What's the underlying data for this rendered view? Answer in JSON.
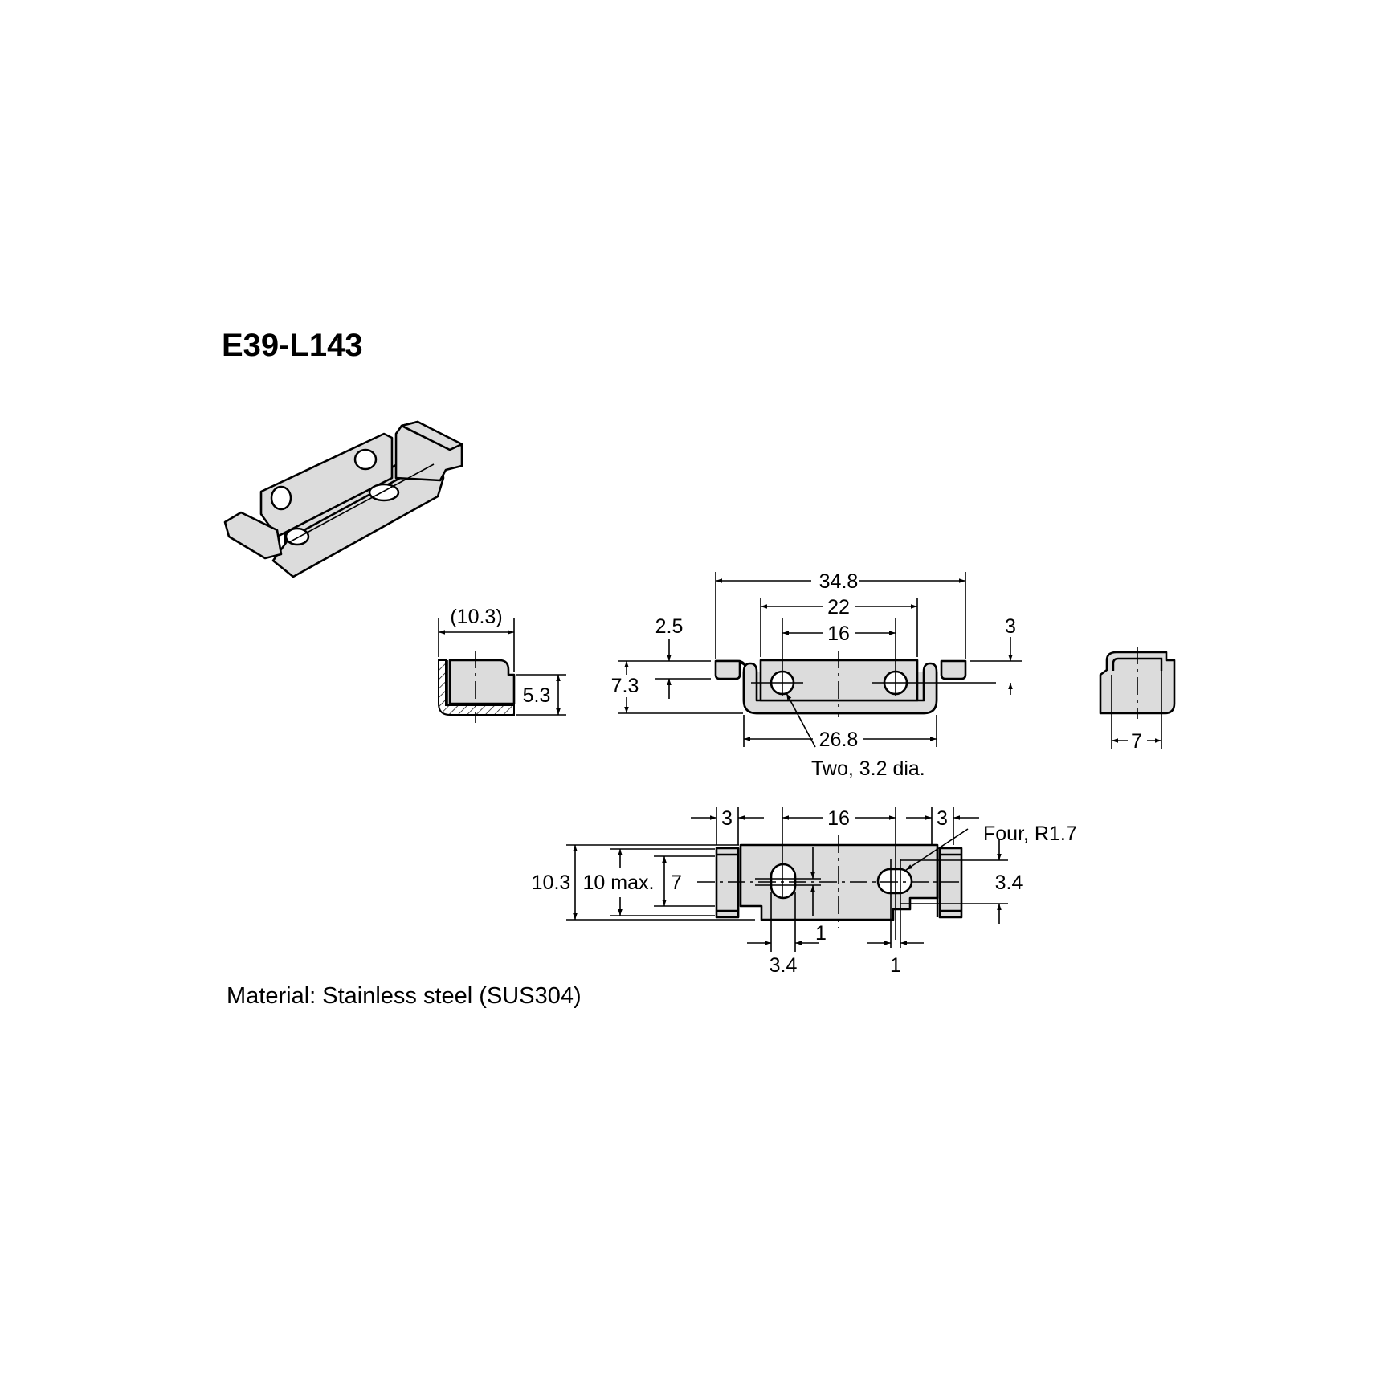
{
  "title": "E39-L143",
  "material": "Material: Stainless steel (SUS304)",
  "colors": {
    "part_fill": "#dcdcdc",
    "line": "#000000",
    "background": "#ffffff"
  },
  "views": {
    "isometric": {
      "label": "isometric-view"
    },
    "left_side": {
      "width": "(10.3)",
      "height": "5.3"
    },
    "front": {
      "overall": "34.8",
      "inner": "22",
      "hole_pitch": "16",
      "flange_height": "2.5",
      "total_height": "7.3",
      "right_flange": "3",
      "base_width": "26.8",
      "hole_note": "Two, 3.2 dia."
    },
    "right_side": {
      "width": "7"
    },
    "plan": {
      "left_tab": "3",
      "hole_pitch": "16",
      "right_tab": "3",
      "slot_note": "Four, R1.7",
      "overall_height": "10.3",
      "max_height": "10 max.",
      "inner_height": "7",
      "slot_width": "3.4",
      "slot_offset_left": "1",
      "slot_length_left": "3.4",
      "slot_offset_right": "1"
    }
  }
}
